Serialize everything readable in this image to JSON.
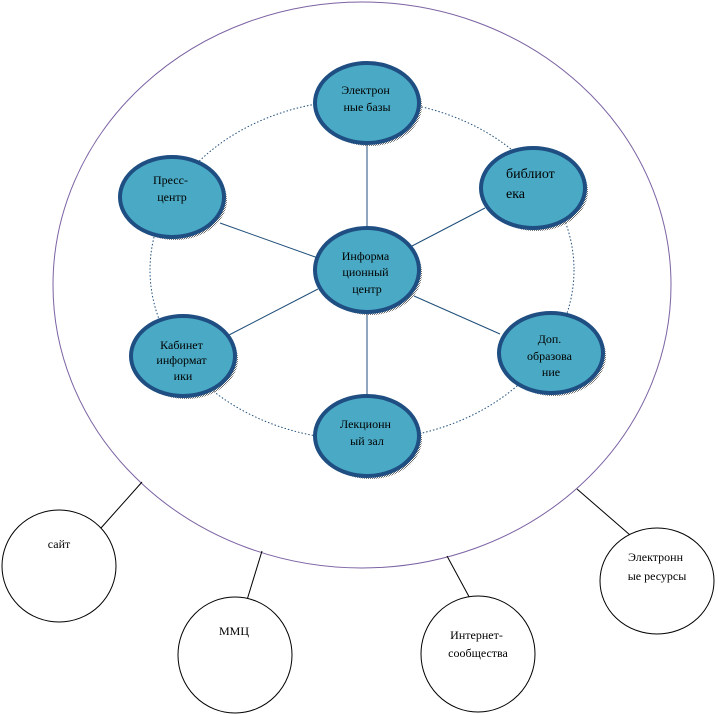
{
  "colors": {
    "outer_ring": "#7b62a3",
    "dotted_ring": "#1f4e79",
    "spoke": "#1f4e79",
    "node_fill": "#4aaac5",
    "node_stroke": "#1f4e82",
    "node_shadow": "#6d6d6d",
    "satellite_stroke": "#000000",
    "satellite_fill": "#ffffff"
  },
  "center_node": {
    "lines": [
      "Информа",
      "ционный",
      "центр"
    ]
  },
  "ring_nodes": [
    {
      "id": "electronic-databases",
      "lines": [
        "Электрон",
        "ные базы"
      ]
    },
    {
      "id": "library",
      "lines": [
        "библиот",
        "ека"
      ]
    },
    {
      "id": "additional-education",
      "lines": [
        "Доп.",
        "образова",
        "ние"
      ]
    },
    {
      "id": "lecture-hall",
      "lines": [
        "Лекционн",
        "ый зал"
      ]
    },
    {
      "id": "informatics-room",
      "lines": [
        "Кабинет",
        "информат",
        "ики"
      ]
    },
    {
      "id": "press-center",
      "lines": [
        "Пресс-",
        "центр"
      ]
    }
  ],
  "satellites": [
    {
      "id": "site",
      "lines": [
        "сайт"
      ]
    },
    {
      "id": "mmc",
      "lines": [
        "ММЦ"
      ]
    },
    {
      "id": "internet-communities",
      "lines": [
        "Интернет-",
        "сообщества"
      ]
    },
    {
      "id": "electronic-resources",
      "lines": [
        "Электронн",
        "ые ресурсы"
      ]
    }
  ]
}
